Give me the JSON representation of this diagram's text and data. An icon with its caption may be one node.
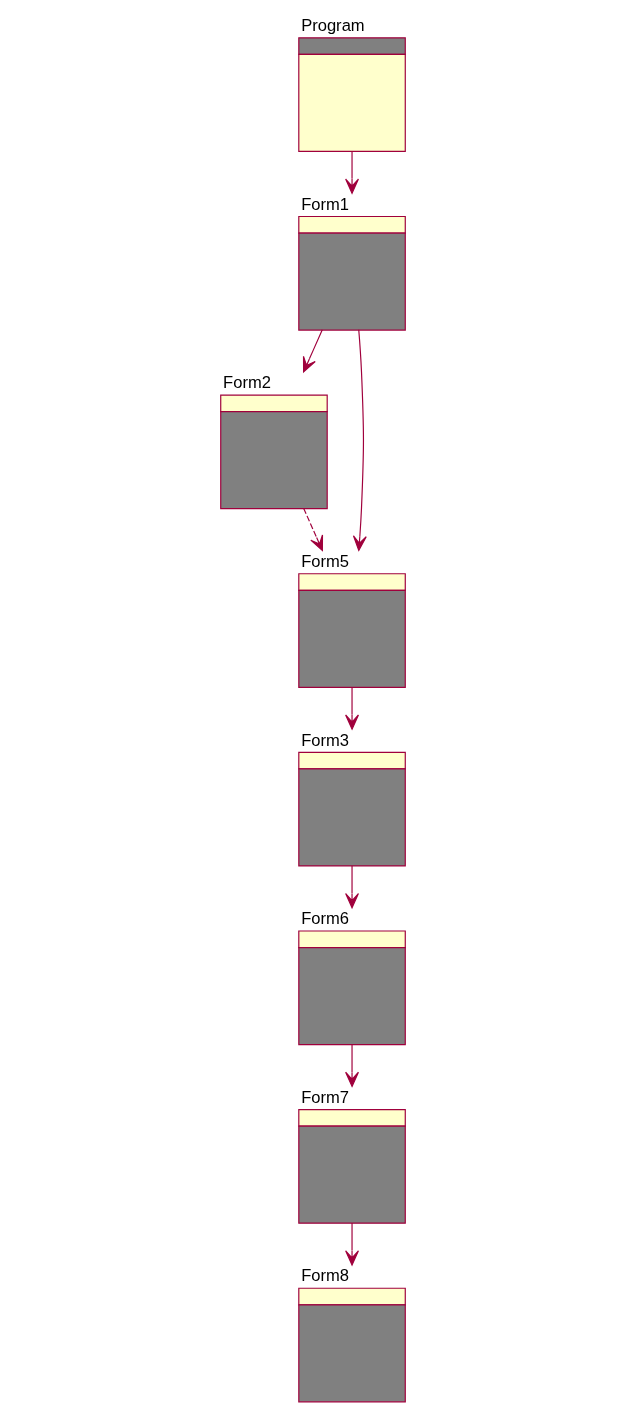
{
  "diagram": {
    "nodes": [
      {
        "text": [
          "Program"
        ]
      },
      {
        "text": [
          "Form1"
        ]
      },
      {
        "text": [
          "Form2"
        ]
      },
      {
        "text": [
          "Form5"
        ]
      },
      {
        "text": [
          "Form3"
        ]
      },
      {
        "text": [
          "Form6"
        ]
      },
      {
        "text": [
          "Form7"
        ]
      },
      {
        "text": [
          "Form8"
        ]
      }
    ],
    "edges": [
      {
        "from": 0,
        "to": 1,
        "arrow": "to"
      },
      {
        "from": 1,
        "to": 2,
        "arrow": "to"
      },
      {
        "from": 1,
        "to": 3,
        "arrow": "to"
      },
      {
        "from": 2,
        "to": 3,
        "arrow": "to",
        "style": "dashed"
      },
      {
        "from": 3,
        "to": 4,
        "arrow": "to"
      },
      {
        "from": 4,
        "to": 5,
        "arrow": "to"
      },
      {
        "from": 5,
        "to": 6,
        "arrow": "to"
      },
      {
        "from": 6,
        "to": 7,
        "arrow": "to"
      }
    ]
  }
}
